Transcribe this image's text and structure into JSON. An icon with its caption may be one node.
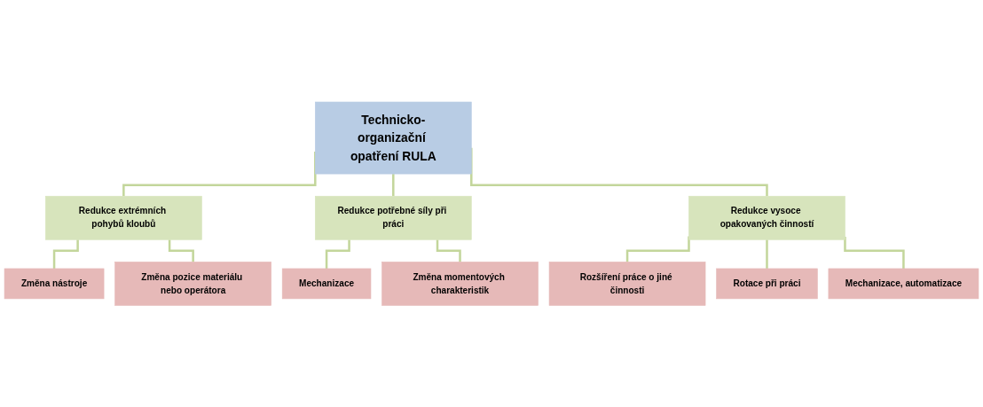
{
  "diagram": {
    "nodes": [
      {
        "text": [
          "Technicko-organizační opatření RULA"
        ]
      },
      {
        "text": [
          "Redukce extrémních pohybů kloubů"
        ]
      },
      {
        "text": [
          "Redukce potřebné síly při práci"
        ]
      },
      {
        "text": [
          "Redukce vysoce opakovaných činností"
        ]
      },
      {
        "text": [
          "Změna nástroje"
        ]
      },
      {
        "text": [
          "Změna pozice materiálu nebo operátora"
        ]
      },
      {
        "text": [
          "Mechanizace"
        ]
      },
      {
        "text": [
          "Změna momentových charakteristik"
        ]
      },
      {
        "text": [
          "Rozšíření práce o jiné činnosti"
        ]
      },
      {
        "text": [
          "Rotace při práci"
        ]
      },
      {
        "text": [
          "Mechanizace, automatizace"
        ]
      }
    ],
    "edges": [
      {
        "from": 0,
        "to": 1,
        "arrow": "none"
      },
      {
        "from": 0,
        "to": 2,
        "arrow": "none"
      },
      {
        "from": 0,
        "to": 3,
        "arrow": "none"
      },
      {
        "from": 1,
        "to": 4,
        "arrow": "none"
      },
      {
        "from": 1,
        "to": 5,
        "arrow": "none"
      },
      {
        "from": 2,
        "to": 6,
        "arrow": "none"
      },
      {
        "from": 2,
        "to": 7,
        "arrow": "none"
      },
      {
        "from": 3,
        "to": 8,
        "arrow": "none"
      },
      {
        "from": 3,
        "to": 9,
        "arrow": "none"
      },
      {
        "from": 3,
        "to": 10,
        "arrow": "none"
      }
    ]
  }
}
